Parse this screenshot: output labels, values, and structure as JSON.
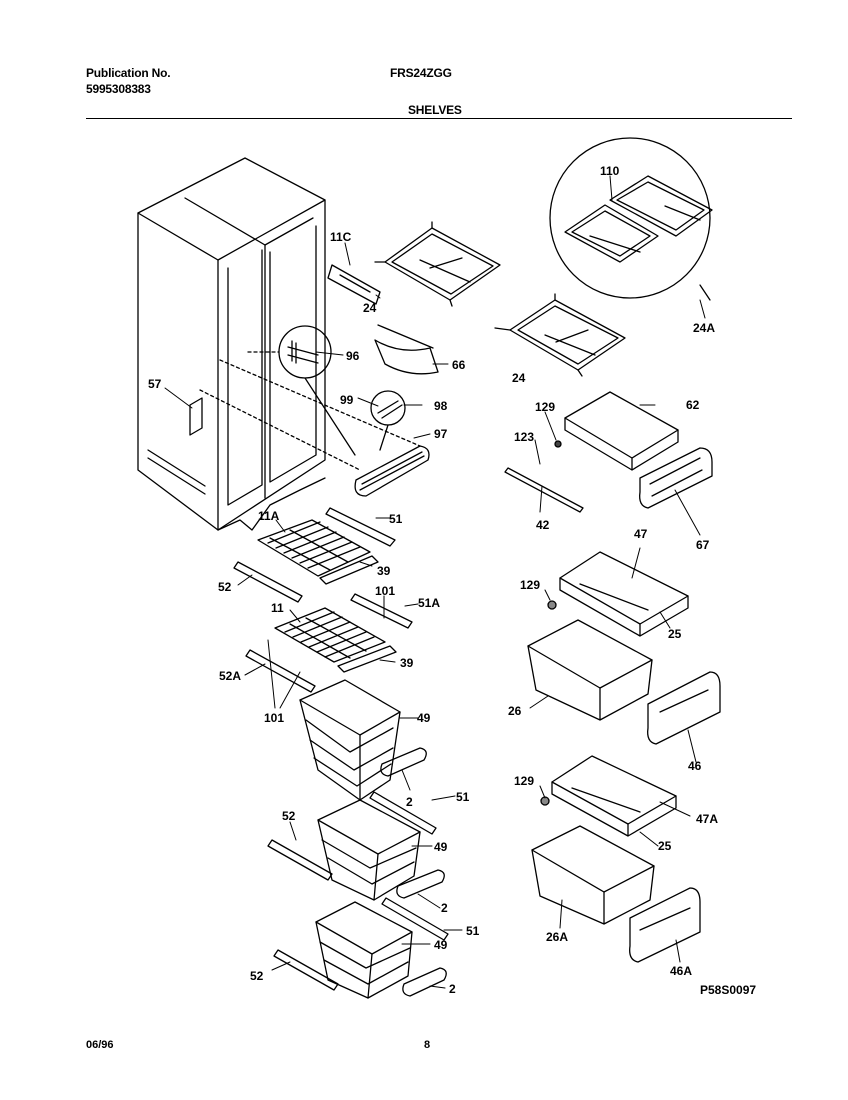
{
  "header": {
    "publication_label": "Publication No.",
    "publication_number": "5995308383",
    "model": "FRS24ZGG",
    "section": "SHELVES"
  },
  "labels": {
    "l110": "110",
    "l11C": "11C",
    "l24a": "24",
    "l24b": "24",
    "l24A": "24A",
    "l96": "96",
    "l66": "66",
    "l57": "57",
    "l99": "99",
    "l98": "98",
    "l97": "97",
    "l129a": "129",
    "l62": "62",
    "l123": "123",
    "l42": "42",
    "l67": "67",
    "l11A": "11A",
    "l51a": "51",
    "l39a": "39",
    "l52a": "52",
    "l101a": "101",
    "l51A": "51A",
    "l11": "11",
    "l39b": "39",
    "l52A": "52A",
    "l101b": "101",
    "l49a": "49",
    "l2a": "2",
    "l47": "47",
    "l129b": "129",
    "l25a": "25",
    "l26": "26",
    "l46": "46",
    "l51b": "51",
    "l52b": "52",
    "l49b": "49",
    "l2b": "2",
    "l129c": "129",
    "l47A": "47A",
    "l25b": "25",
    "l26A": "26A",
    "l51c": "51",
    "l49c": "49",
    "l52c": "52",
    "l2c": "2",
    "l46A": "46A"
  },
  "diagram_code": "P58S0097",
  "footer": {
    "date": "06/96",
    "page": "8"
  }
}
